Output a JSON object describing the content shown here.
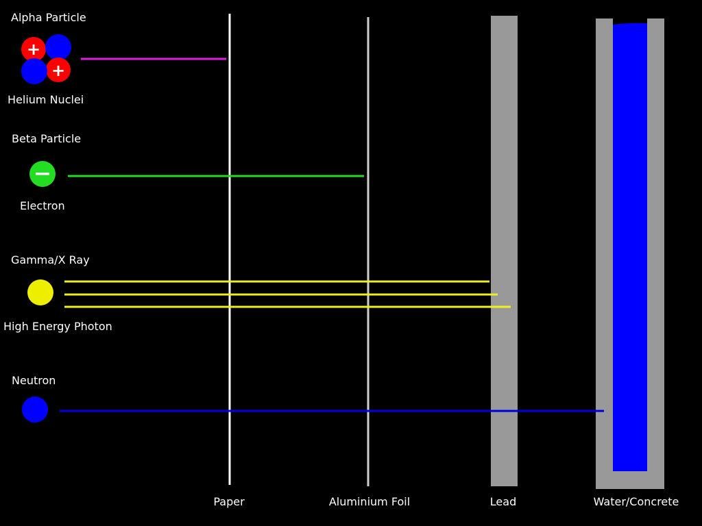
{
  "particles": {
    "alpha": {
      "title": "Alpha Particle",
      "subtitle": "Helium Nuclei",
      "color": "#e020e0",
      "stopped_by": "Paper"
    },
    "beta": {
      "title": "Beta Particle",
      "subtitle": "Electron",
      "color": "#22dd22",
      "stopped_by": "Aluminium Foil"
    },
    "gamma": {
      "title": "Gamma/X Ray",
      "subtitle": "High Energy Photon",
      "color": "#eeee22",
      "stopped_by": "Lead"
    },
    "neutron": {
      "title": "Neutron",
      "color": "#0000dd",
      "stopped_by": "Water/Concrete"
    }
  },
  "barriers": {
    "paper": "Paper",
    "aluminium": "Aluminium Foil",
    "lead": "Lead",
    "water": "Water/Concrete"
  },
  "symbols": {
    "plus": "+",
    "minus": "−"
  }
}
